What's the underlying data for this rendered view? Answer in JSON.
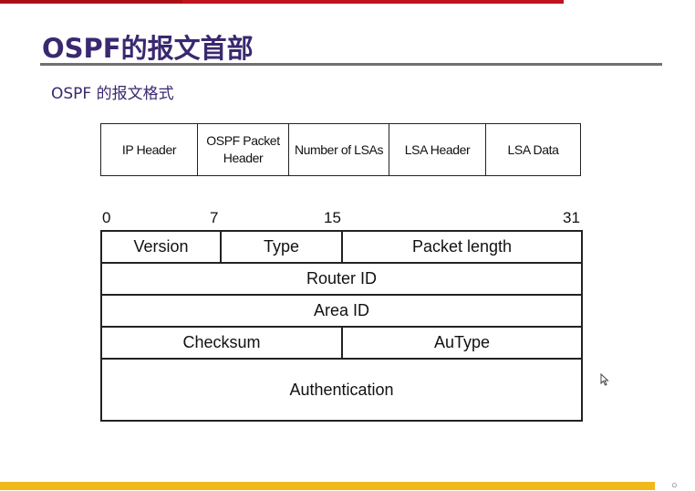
{
  "slide": {
    "title": "OSPF的报文首部",
    "subtitle": "OSPF 的报文格式"
  },
  "packet_format": {
    "cells": [
      "IP Header",
      "OSPF Packet Header",
      "Number of LSAs",
      "LSA Header",
      "LSA Data"
    ]
  },
  "header_layout": {
    "bit_labels": [
      "0",
      "7",
      "15",
      "31"
    ],
    "rows": [
      [
        "Version",
        "Type",
        "Packet length"
      ],
      [
        "Router ID"
      ],
      [
        "Area ID"
      ],
      [
        "Checksum",
        "AuType"
      ],
      [
        "Authentication"
      ]
    ]
  },
  "colors": {
    "title": "#3a2870",
    "top_bar": "#c0141c",
    "bottom_bar": "#f0b818",
    "rule": "#707070"
  }
}
